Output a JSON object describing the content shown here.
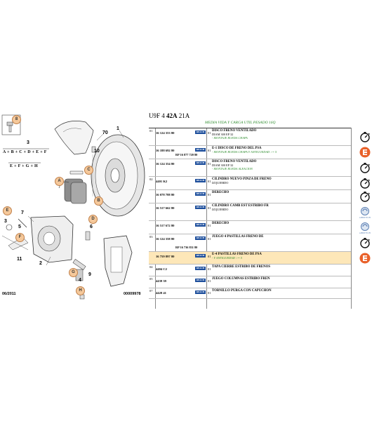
{
  "diagram": {
    "callouts": [
      "8",
      "A",
      "C",
      "B",
      "D",
      "E",
      "F",
      "G",
      "H"
    ],
    "numbers": [
      "70",
      "1",
      "10",
      "7",
      "2",
      "3",
      "5",
      "6",
      "11",
      "9",
      "4"
    ],
    "formula_label": "3",
    "formula1": "A + B + C + D + E + F",
    "formula2": "E + F + G + H",
    "date": "06/2011",
    "code": "00009978"
  },
  "header": {
    "code_prefix": "U9F 4 ",
    "code_bold": "42A",
    "code_suffix": " 21A",
    "subtitle": "MEDIA VIDA Y CARGA UTIL PESADO 16Q"
  },
  "rows": [
    {
      "grp": "01",
      "ref": "16 124 353 80",
      "ref2": "",
      "qty": "01",
      "desc": "DISCO FRENO VENTILADO",
      "lines": [
        "DIAM 300 EP 32"
      ],
      "green": [
        "- MONTAJE RUEDA CHAPA"
      ],
      "icon": "stopwatch"
    },
    {
      "grp": "",
      "ref": "16 188 692 80",
      "ref2": "RP 16 877 720 80",
      "qty": "01",
      "desc": "E-1 DISCO DE FRENO DEL PSA",
      "lines": [],
      "green": [
        "- MONTAJE RUEDA CHAPA Y ANTIGUEDAD >= 5"
      ],
      "icon": "e-badge"
    },
    {
      "grp": "",
      "ref": "16 124 354 80",
      "ref2": "",
      "qty": "01",
      "desc": "DISCO FRENO VENTILADO",
      "lines": [
        "DIAM 300 EP 32"
      ],
      "green": [
        "- MONTAJE RUEDA ALEACION"
      ],
      "icon": "stopwatch"
    },
    {
      "grp": "02",
      "ref": "4401 K2",
      "ref2": "",
      "qty": "01",
      "desc": "CILINDRO NUEVO PINZA DE FRENO",
      "lines": [
        "IZQUIERDO"
      ],
      "green": [],
      "icon": "stopwatch"
    },
    {
      "grp": "",
      "ref": "16 078 788 80",
      "ref2": "",
      "qty": "01",
      "desc": "DERECHO",
      "lines": [],
      "green": [],
      "icon": "stopwatch"
    },
    {
      "grp": "",
      "ref": "16 517 662 80",
      "ref2": "",
      "qty": "01",
      "desc": "CILINDRO CAMB EST ESTRIBO FR",
      "lines": [
        "IZQUIERDO"
      ],
      "green": [],
      "icon": "loop"
    },
    {
      "grp": "",
      "ref": "16 517 672 80",
      "ref2": "",
      "qty": "01",
      "desc": "DERECHO",
      "lines": [],
      "green": [],
      "icon": "loop"
    },
    {
      "grp": "03",
      "ref": "16 124 358 80",
      "ref2": "RP 16 736 831 80",
      "qty": "01",
      "desc": "JUEGO 4 PASTILLAS FRENO DE",
      "lines": [],
      "green": [],
      "icon": "stopwatch"
    },
    {
      "grp": "",
      "ref": "16 759 897 80",
      "ref2": "",
      "qty": "01",
      "desc": "E-4 PASTILLAS FRENO DE PSA",
      "lines": [],
      "green": [
        "- Y ANTIGUEDAD >= 5"
      ],
      "icon": "e-badge",
      "highlight": true
    },
    {
      "grp": "04",
      "ref": "4404 C2",
      "ref2": "",
      "qty": "01",
      "desc": "TAPA CIERRE ESTRIBO DE FRENOS",
      "lines": [],
      "green": [],
      "icon": ""
    },
    {
      "grp": "05",
      "ref": "4439 39",
      "ref2": "",
      "qty": "01",
      "desc": "JUEGO COLUMNAS ESTRIBO FREN",
      "lines": [],
      "green": [],
      "icon": ""
    },
    {
      "grp": "07",
      "ref": "4428 41",
      "ref2": "",
      "qty": "01",
      "desc": "TORNILLO PURGA CON CAPUCHON",
      "lines": [],
      "green": [],
      "icon": ""
    }
  ],
  "reach_label": "REACH",
  "loop_label": "SUBSTITUTE",
  "e_label": "E",
  "colors": {
    "accent": "#1e4f9c",
    "highlight": "#fde7b8",
    "badge": "#e9612a",
    "green": "#2a8a2a"
  }
}
